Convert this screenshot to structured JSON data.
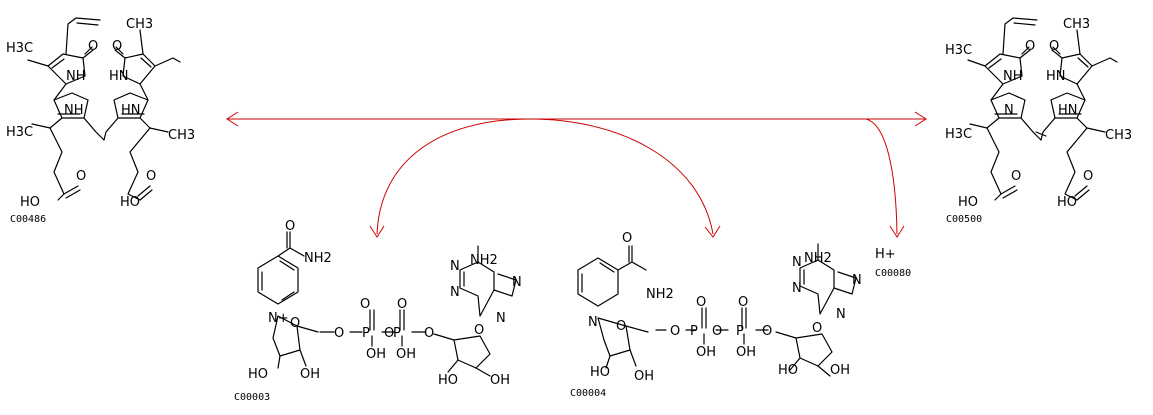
{
  "diagram": {
    "type": "reaction-map",
    "arrow_color": "#cc0000",
    "compounds": [
      {
        "id": "C00486",
        "labels": [
          "NH",
          "O",
          "HN",
          "O",
          "NH",
          "HN",
          "CH3",
          "CH3",
          "H3C",
          "H3C",
          "HO",
          "O",
          "HO",
          "O"
        ]
      },
      {
        "id": "C00500",
        "labels": [
          "NH",
          "O",
          "HN",
          "O",
          "N",
          "HN",
          "CH3",
          "CH3",
          "H3C",
          "H3C",
          "HO",
          "O",
          "HO",
          "O"
        ]
      },
      {
        "id": "C00003",
        "labels": [
          "N+",
          "O",
          "NH2",
          "O",
          "O",
          "O",
          "P",
          "P",
          "O",
          "O",
          "O",
          "OH",
          "OH",
          "O",
          "HO",
          "OH",
          "N",
          "N",
          "N",
          "N",
          "NH2",
          "HO",
          "OH"
        ]
      },
      {
        "id": "C00004",
        "labels": [
          "N",
          "O",
          "NH2",
          "O",
          "O",
          "O",
          "P",
          "P",
          "O",
          "O",
          "O",
          "OH",
          "OH",
          "O",
          "HO",
          "OH",
          "N",
          "N",
          "N",
          "N",
          "NH2",
          "HO",
          "OH"
        ]
      },
      {
        "id": "C00080",
        "labels": [
          "H+"
        ]
      }
    ]
  }
}
